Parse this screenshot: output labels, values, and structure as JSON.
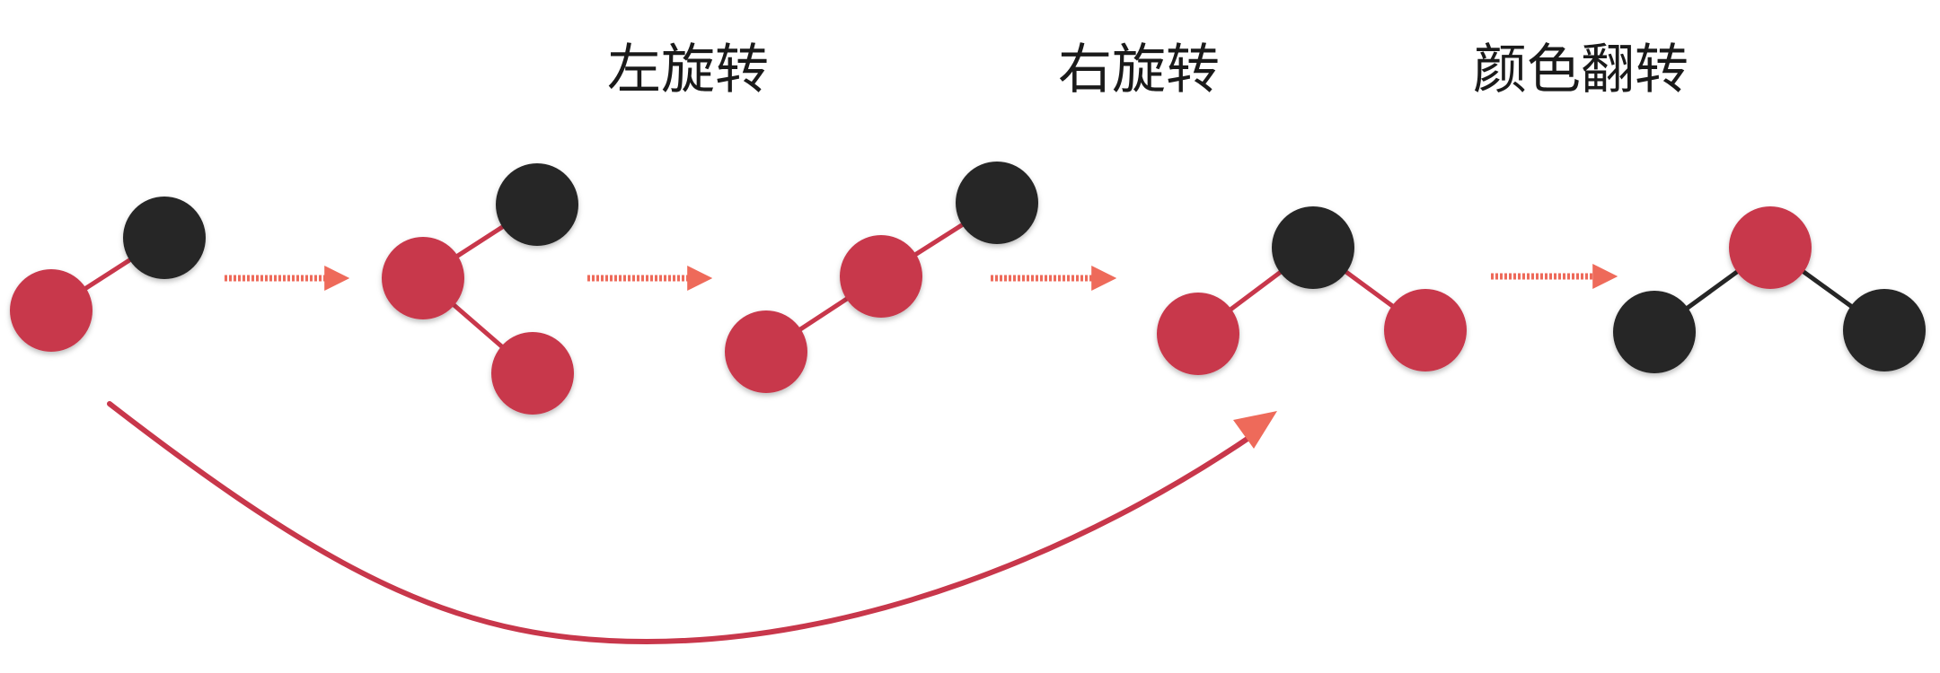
{
  "labels": {
    "rotate_left": "左旋转",
    "rotate_right": "右旋转",
    "color_flip": "颜色翻转"
  },
  "colors": {
    "red_node": "#c8374b",
    "black_node": "#262626",
    "red_link": "#c8374b",
    "black_link": "#262626",
    "step_arrow": "#ee6a5a",
    "curve_arrow": "#c8374b"
  }
}
